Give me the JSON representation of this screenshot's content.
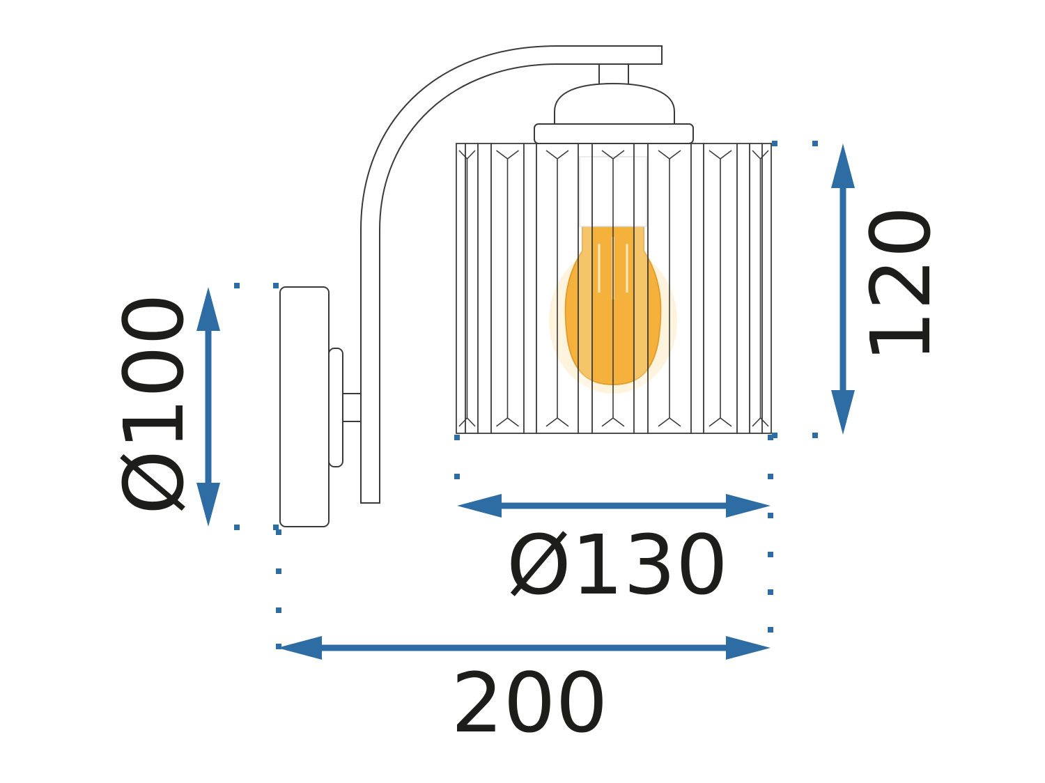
{
  "diagram": {
    "subject": "wall-lamp-with-rod-shade",
    "colors": {
      "dimension_arrow": "#2e6da4",
      "outline": "#3a3a3a",
      "bulb_amber": "#f2a51a",
      "bulb_glow": "#fde9b8",
      "label": "#1d1d1b"
    },
    "dimensions": {
      "base_diameter": "Ø100",
      "shade_height": "120",
      "shade_diameter": "Ø130",
      "total_depth": "200"
    }
  }
}
